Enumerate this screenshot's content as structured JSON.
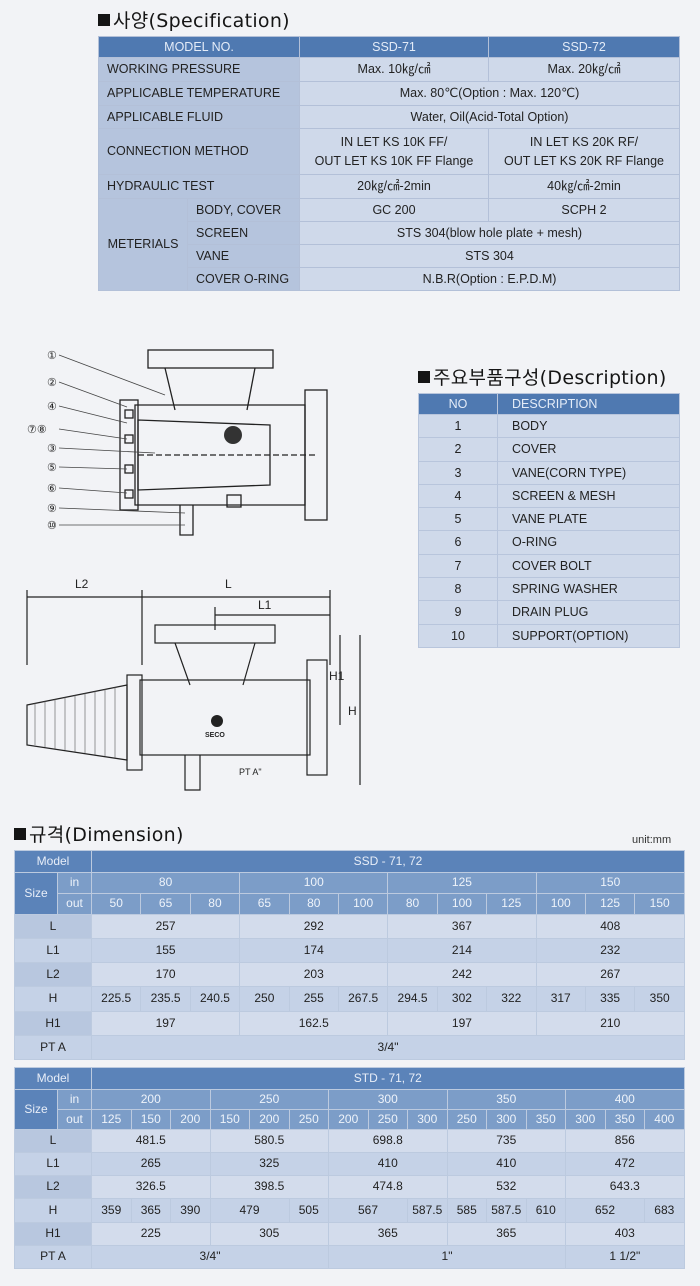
{
  "spec": {
    "title": "사양(Specification)",
    "header": [
      "MODEL NO.",
      "SSD-71",
      "SSD-72"
    ],
    "rows": {
      "working_pressure": {
        "label": "WORKING PRESSURE",
        "v1": "Max. 10㎏/㎠",
        "v2": "Max. 20㎏/㎠"
      },
      "applicable_temperature": {
        "label": "APPLICABLE TEMPERATURE",
        "v": "Max. 80℃(Option : Max. 120℃)"
      },
      "applicable_fluid": {
        "label": "APPLICABLE FLUID",
        "v": "Water, Oil(Acid-Total Option)"
      },
      "connection_method": {
        "label": "CONNECTION METHOD",
        "v1a": "IN LET KS 10K FF/",
        "v1b": "OUT LET KS 10K FF Flange",
        "v2a": "IN LET KS 20K RF/",
        "v2b": "OUT LET KS 20K RF Flange"
      },
      "hydraulic_test": {
        "label": "HYDRAULIC TEST",
        "v1": "20㎏/㎠-2min",
        "v2": "40㎏/㎠-2min"
      }
    },
    "materials": {
      "label": "METERIALS",
      "body_cover": {
        "label": "BODY, COVER",
        "v1": "GC 200",
        "v2": "SCPH 2"
      },
      "screen": {
        "label": "SCREEN",
        "v": "STS 304(blow hole plate + mesh)"
      },
      "vane": {
        "label": "VANE",
        "v": "STS 304"
      },
      "cover_oring": {
        "label": "COVER O-RING",
        "v": "N.B.R(Option : E.P.D.M)"
      }
    }
  },
  "description": {
    "title": "주요부품구성(Description)",
    "header": [
      "NO",
      "DESCRIPTION"
    ],
    "items": [
      {
        "no": "1",
        "desc": "BODY"
      },
      {
        "no": "2",
        "desc": "COVER"
      },
      {
        "no": "3",
        "desc": "VANE(CORN TYPE)"
      },
      {
        "no": "4",
        "desc": "SCREEN & MESH"
      },
      {
        "no": "5",
        "desc": "VANE PLATE"
      },
      {
        "no": "6",
        "desc": "O-RING"
      },
      {
        "no": "7",
        "desc": "COVER BOLT"
      },
      {
        "no": "8",
        "desc": "SPRING WASHER"
      },
      {
        "no": "9",
        "desc": "DRAIN PLUG"
      },
      {
        "no": "10",
        "desc": "SUPPORT(OPTION)"
      }
    ]
  },
  "drawing": {
    "callouts": [
      "①",
      "②",
      "④",
      "⑦⑧",
      "③",
      "⑤",
      "⑥",
      "⑨",
      "⑩"
    ],
    "dims": {
      "l2": "L2",
      "l": "L",
      "l1": "L1",
      "h1": "H1",
      "h": "H",
      "pta": "PT A\""
    },
    "brand": "SECO"
  },
  "dimension": {
    "title": "규격(Dimension)",
    "unit": "unit:mm",
    "labels": {
      "model": "Model",
      "size": "Size",
      "in": "in",
      "out": "out"
    },
    "table1": {
      "model": "SSD - 71, 72",
      "in_sizes": [
        "80",
        "100",
        "125",
        "150"
      ],
      "out_sizes": [
        "50",
        "65",
        "80",
        "65",
        "80",
        "100",
        "80",
        "100",
        "125",
        "100",
        "125",
        "150"
      ],
      "L": {
        "label": "L",
        "vals": [
          "257",
          "292",
          "367",
          "408"
        ]
      },
      "L1": {
        "label": "L1",
        "vals": [
          "155",
          "174",
          "214",
          "232"
        ]
      },
      "L2": {
        "label": "L2",
        "vals": [
          "170",
          "203",
          "242",
          "267"
        ]
      },
      "H": {
        "label": "H",
        "vals": [
          "225.5",
          "235.5",
          "240.5",
          "250",
          "255",
          "267.5",
          "294.5",
          "302",
          "322",
          "317",
          "335",
          "350"
        ]
      },
      "H1": {
        "label": "H1",
        "vals": [
          "197",
          "162.5",
          "197",
          "210"
        ]
      },
      "PTA": {
        "label": "PT A",
        "val": "3/4\""
      }
    },
    "table2": {
      "model": "STD - 71, 72",
      "in_sizes": [
        "200",
        "250",
        "300",
        "350",
        "400"
      ],
      "out_sizes": [
        "125",
        "150",
        "200",
        "150",
        "200",
        "250",
        "200",
        "250",
        "300",
        "250",
        "300",
        "350",
        "300",
        "350",
        "400"
      ],
      "L": {
        "label": "L",
        "vals": [
          "481.5",
          "580.5",
          "698.8",
          "735",
          "856"
        ]
      },
      "L1": {
        "label": "L1",
        "vals": [
          "265",
          "325",
          "410",
          "410",
          "472"
        ]
      },
      "L2": {
        "label": "L2",
        "vals": [
          "326.5",
          "398.5",
          "474.8",
          "532",
          "643.3"
        ]
      },
      "H": {
        "label": "H",
        "vals": [
          "359",
          "365",
          "390",
          "479",
          "505",
          "567",
          "587.5",
          "585",
          "587.5",
          "610",
          "652",
          "683"
        ]
      },
      "H1": {
        "label": "H1",
        "vals": [
          "225",
          "305",
          "365",
          "365",
          "403"
        ]
      },
      "PTA": {
        "label": "PT A",
        "vals": [
          "3/4\"",
          "1\"",
          "1 1/2\""
        ]
      }
    }
  }
}
